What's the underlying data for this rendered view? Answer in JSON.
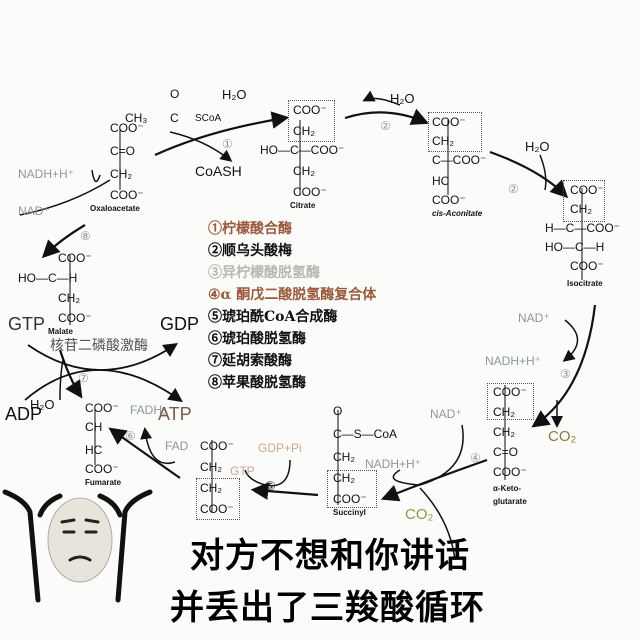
{
  "molecules": {
    "acetyl_coa": {
      "o": "O",
      "ch3": "CH₃",
      "c": "C",
      "scoa": "SCoA"
    },
    "oxaloacetate": {
      "coo1": "COO⁻",
      "co": "C=O",
      "ch2": "CH₂",
      "coo2": "COO⁻",
      "name": "Oxaloacetate"
    },
    "citrate": {
      "coo1": "COO⁻",
      "ch2a": "CH₂",
      "ho": "HO—C—COO⁻",
      "ch2b": "CH₂",
      "coo2": "COO⁻",
      "name": "Citrate"
    },
    "cis_aconitate": {
      "coo1": "COO⁻",
      "ch2": "CH₂",
      "c": "C—COO⁻",
      "hc": "HC",
      "coo2": "COO⁻",
      "name": "cis-Aconitate"
    },
    "isocitrate": {
      "coo1": "COO⁻",
      "ch2": "CH₂",
      "h": "H—C—COO⁻",
      "ho": "HO—C—H",
      "coo2": "COO⁻",
      "name": "Isocitrate"
    },
    "akg": {
      "coo1": "COO⁻",
      "ch2a": "CH₂",
      "ch2b": "CH₂",
      "co": "C=O",
      "coo2": "COO⁻",
      "name1": "α-Keto-",
      "name2": "glutarate"
    },
    "succinyl_coa": {
      "o": "O",
      "c": "C—S—CoA",
      "ch2a": "CH₂",
      "ch2b": "CH₂",
      "coo": "COO⁻",
      "name": "Succinyl"
    },
    "succinate": {
      "coo1": "COO⁻",
      "ch2a": "CH₂",
      "ch2b": "CH₂",
      "coo2": "COO⁻"
    },
    "fumarate": {
      "coo1": "COO⁻",
      "ch": "CH",
      "hc": "HC",
      "coo2": "COO⁻",
      "name": "Fumarate"
    },
    "malate": {
      "coo1": "COO⁻",
      "ho": "HO—C—H",
      "ch2": "CH₂",
      "coo2": "COO⁻",
      "name": "Malate"
    }
  },
  "cofactors": {
    "h2o_1": "H₂O",
    "coash": "CoASH",
    "h2o_2": "H₂O",
    "h2o_3": "H₂O",
    "nad_3": "NAD⁺",
    "nadh_3": "NADH+H⁺",
    "co2_3": "CO₂",
    "nad_4": "NAD⁺",
    "nadh_4": "NADH+H⁺",
    "co2_4": "CO₂",
    "gdp_pi": "GDP+Pi",
    "gtp_5": "GTP",
    "fad": "FAD",
    "fadh2": "FADH₂",
    "h2o_7": "H₂O",
    "nad_8": "NAD⁺",
    "nadh_8": "NADH+H⁺",
    "gtp": "GTP",
    "gdp": "GDP",
    "adp": "ADP",
    "atp": "ATP",
    "ndk": "核苷二磷酸激酶"
  },
  "steps": [
    "①",
    "②",
    "②",
    "③",
    "④",
    "⑤",
    "⑥",
    "⑦",
    "⑧"
  ],
  "enzymes": [
    "①柠檬酸合酶",
    "②顺乌头酸梅",
    "③异柠檬酸脱氢酶",
    "④α 酮戊二酸脱氢酶复合体",
    "⑤琥珀酰CoA合成酶",
    "⑥琥珀酸脱氢酶",
    "⑦延胡索酸酶",
    "⑧苹果酸脱氢酶"
  ],
  "caption": {
    "line1": "对方不想和你讲话",
    "line2": "并丢出了三羧酸循环"
  }
}
